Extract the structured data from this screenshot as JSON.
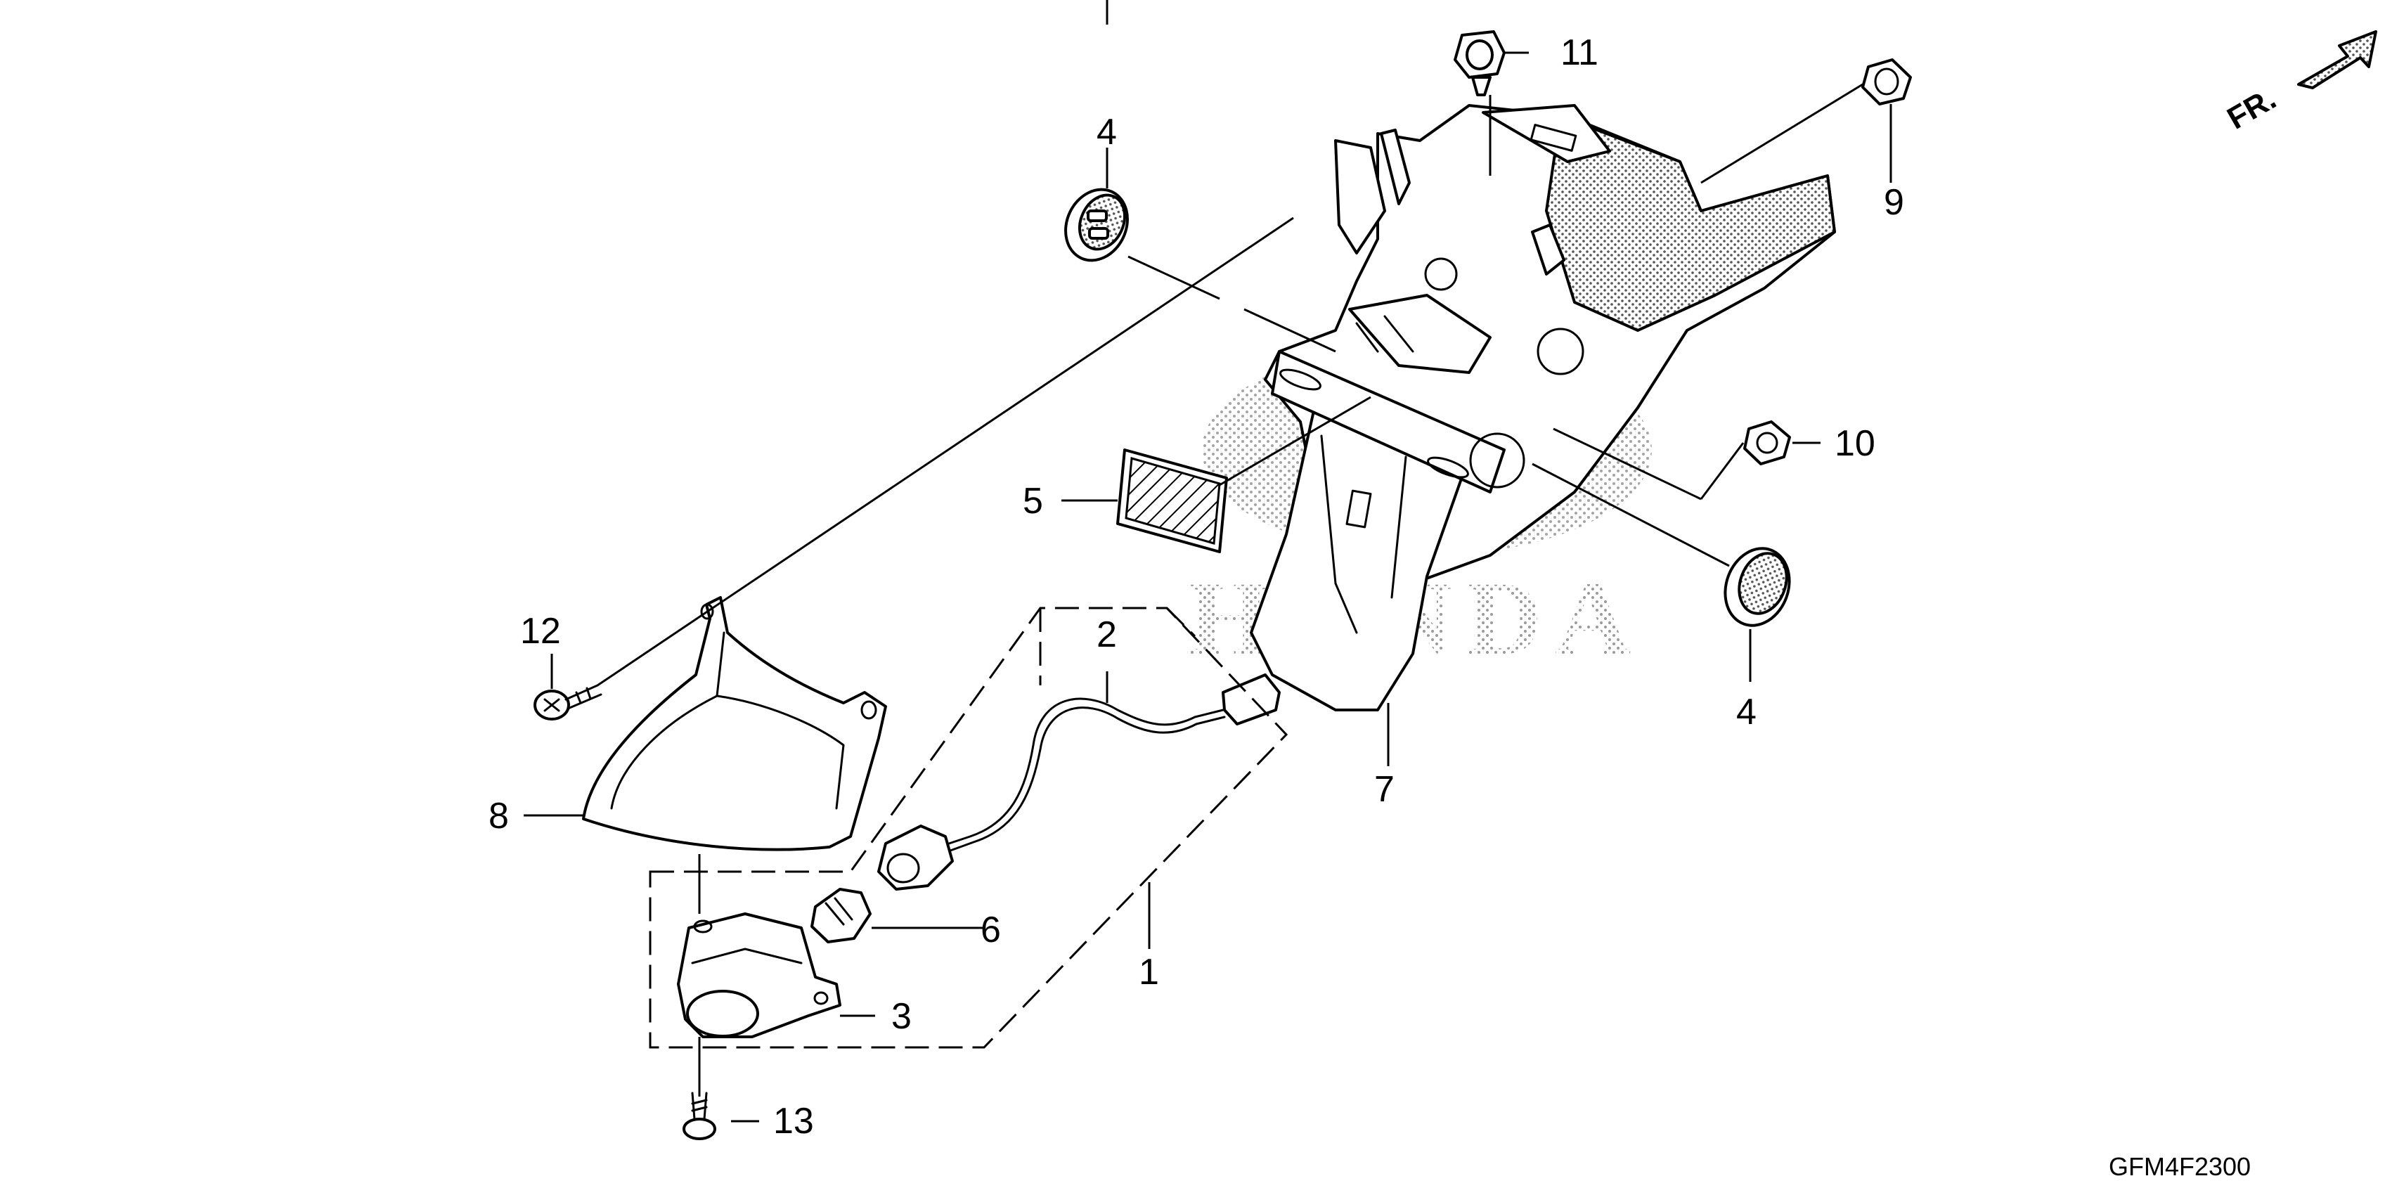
{
  "diagram": {
    "callouts": [
      {
        "id": "1",
        "label": "1"
      },
      {
        "id": "2",
        "label": "2"
      },
      {
        "id": "3",
        "label": "3"
      },
      {
        "id": "4a",
        "label": "4"
      },
      {
        "id": "4b",
        "label": "4"
      },
      {
        "id": "5",
        "label": "5"
      },
      {
        "id": "6",
        "label": "6"
      },
      {
        "id": "7",
        "label": "7"
      },
      {
        "id": "8",
        "label": "8"
      },
      {
        "id": "9",
        "label": "9"
      },
      {
        "id": "10",
        "label": "10"
      },
      {
        "id": "11",
        "label": "11"
      },
      {
        "id": "12",
        "label": "12"
      },
      {
        "id": "13",
        "label": "13"
      }
    ],
    "direction_label": "FR.",
    "watermark": "HONDA",
    "diagram_code": "GFM4F2300"
  }
}
